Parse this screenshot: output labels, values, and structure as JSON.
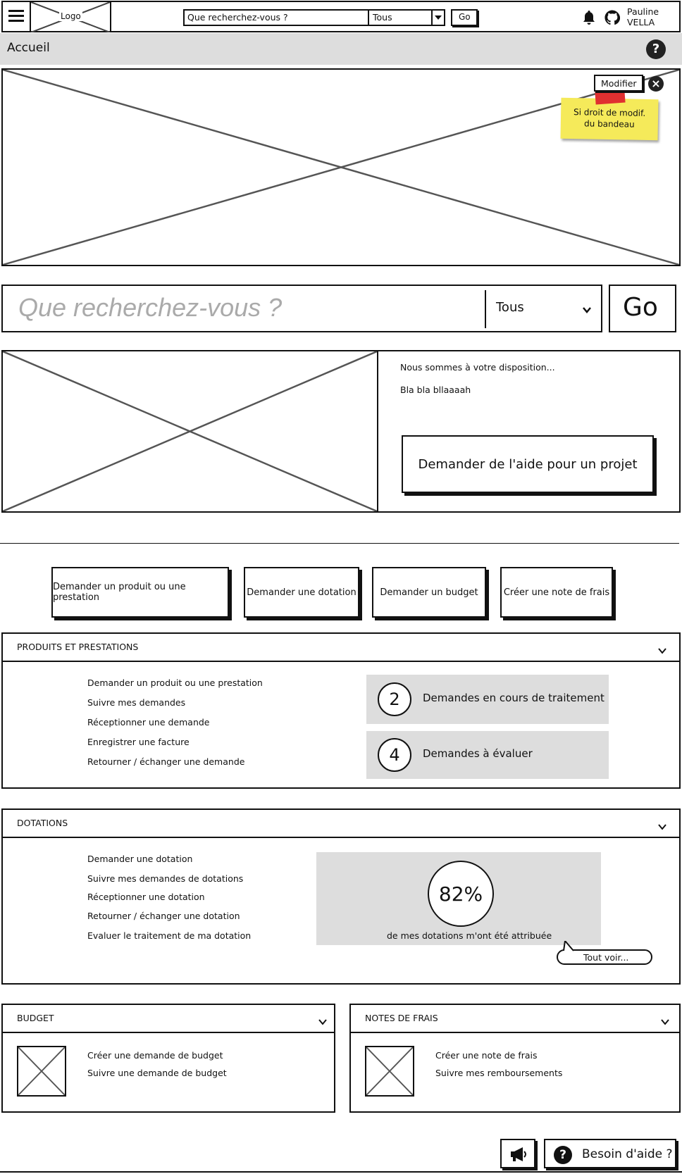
{
  "header": {
    "logo_label": "Logo",
    "search_placeholder": "Que recherchez-vous ?",
    "scope_value": "Tous",
    "go_label": "Go",
    "user_first": "Pauline",
    "user_last": "VELLA"
  },
  "titlebar": {
    "title": "Accueil"
  },
  "banner": {
    "modify_label": "Modifier",
    "sticky_note": "Si droit de modif.\ndu bandeau"
  },
  "big_search": {
    "placeholder": "Que recherchez-vous ?",
    "scope_value": "Tous",
    "go_label": "Go"
  },
  "intro": {
    "line1": "Nous sommes à votre disposition...",
    "line2": "Bla bla bllaaaah",
    "help_button": "Demander de l'aide pour un projet"
  },
  "quick_actions": [
    "Demander un produit ou une prestation",
    "Demander une dotation",
    "Demander un budget",
    "Créer une note de frais"
  ],
  "produits": {
    "title": "PRODUITS ET PRESTATIONS",
    "links": [
      "Demander un produit ou une prestation",
      "Suivre mes demandes",
      "Réceptionner une demande",
      "Enregistrer une facture",
      "Retourner / échanger une demande"
    ],
    "stats": [
      {
        "count": "2",
        "label": "Demandes en cours de traitement"
      },
      {
        "count": "4",
        "label": "Demandes à évaluer"
      }
    ]
  },
  "dotations": {
    "title": "DOTATIONS",
    "links": [
      "Demander une dotation",
      "Suivre mes demandes de dotations",
      "Réceptionner une dotation",
      "Retourner / échanger une dotation",
      "Evaluer le traitement de ma dotation"
    ],
    "percent": "82%",
    "caption": "de mes dotations m'ont été attribuée",
    "see_all": "Tout voir..."
  },
  "budget": {
    "title": "BUDGET",
    "links": [
      "Créer une demande de budget",
      "Suivre une demande de budget"
    ]
  },
  "notes": {
    "title": "NOTES DE FRAIS",
    "links": [
      "Créer une note de frais",
      "Suivre mes remboursements"
    ]
  },
  "footer": {
    "help_label": "Besoin d'aide ?"
  },
  "icons": {
    "menu": "hamburger-icon",
    "bell": "bell-icon",
    "github": "github-icon",
    "help": "help-circle-icon",
    "close": "close-icon",
    "chevron": "chevron-down-icon",
    "megaphone": "megaphone-icon"
  }
}
